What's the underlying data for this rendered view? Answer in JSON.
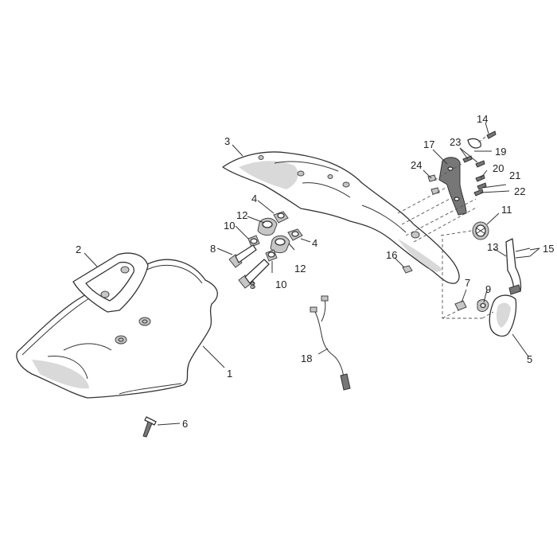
{
  "callouts": [
    {
      "id": "1",
      "label": "1"
    },
    {
      "id": "2",
      "label": "2"
    },
    {
      "id": "3",
      "label": "3"
    },
    {
      "id": "4a",
      "label": "4"
    },
    {
      "id": "4b",
      "label": "4"
    },
    {
      "id": "5",
      "label": "5"
    },
    {
      "id": "6",
      "label": "6"
    },
    {
      "id": "7",
      "label": "7"
    },
    {
      "id": "8a",
      "label": "8"
    },
    {
      "id": "8b",
      "label": "8"
    },
    {
      "id": "9",
      "label": "9"
    },
    {
      "id": "10a",
      "label": "10"
    },
    {
      "id": "10b",
      "label": "10"
    },
    {
      "id": "11",
      "label": "11"
    },
    {
      "id": "12a",
      "label": "12"
    },
    {
      "id": "12b",
      "label": "12"
    },
    {
      "id": "13",
      "label": "13"
    },
    {
      "id": "14",
      "label": "14"
    },
    {
      "id": "15",
      "label": "15"
    },
    {
      "id": "16",
      "label": "16"
    },
    {
      "id": "17",
      "label": "17"
    },
    {
      "id": "18",
      "label": "18"
    },
    {
      "id": "19",
      "label": "19"
    },
    {
      "id": "20",
      "label": "20"
    },
    {
      "id": "21",
      "label": "21"
    },
    {
      "id": "22",
      "label": "22"
    },
    {
      "id": "23",
      "label": "23"
    },
    {
      "id": "24",
      "label": "24"
    }
  ]
}
